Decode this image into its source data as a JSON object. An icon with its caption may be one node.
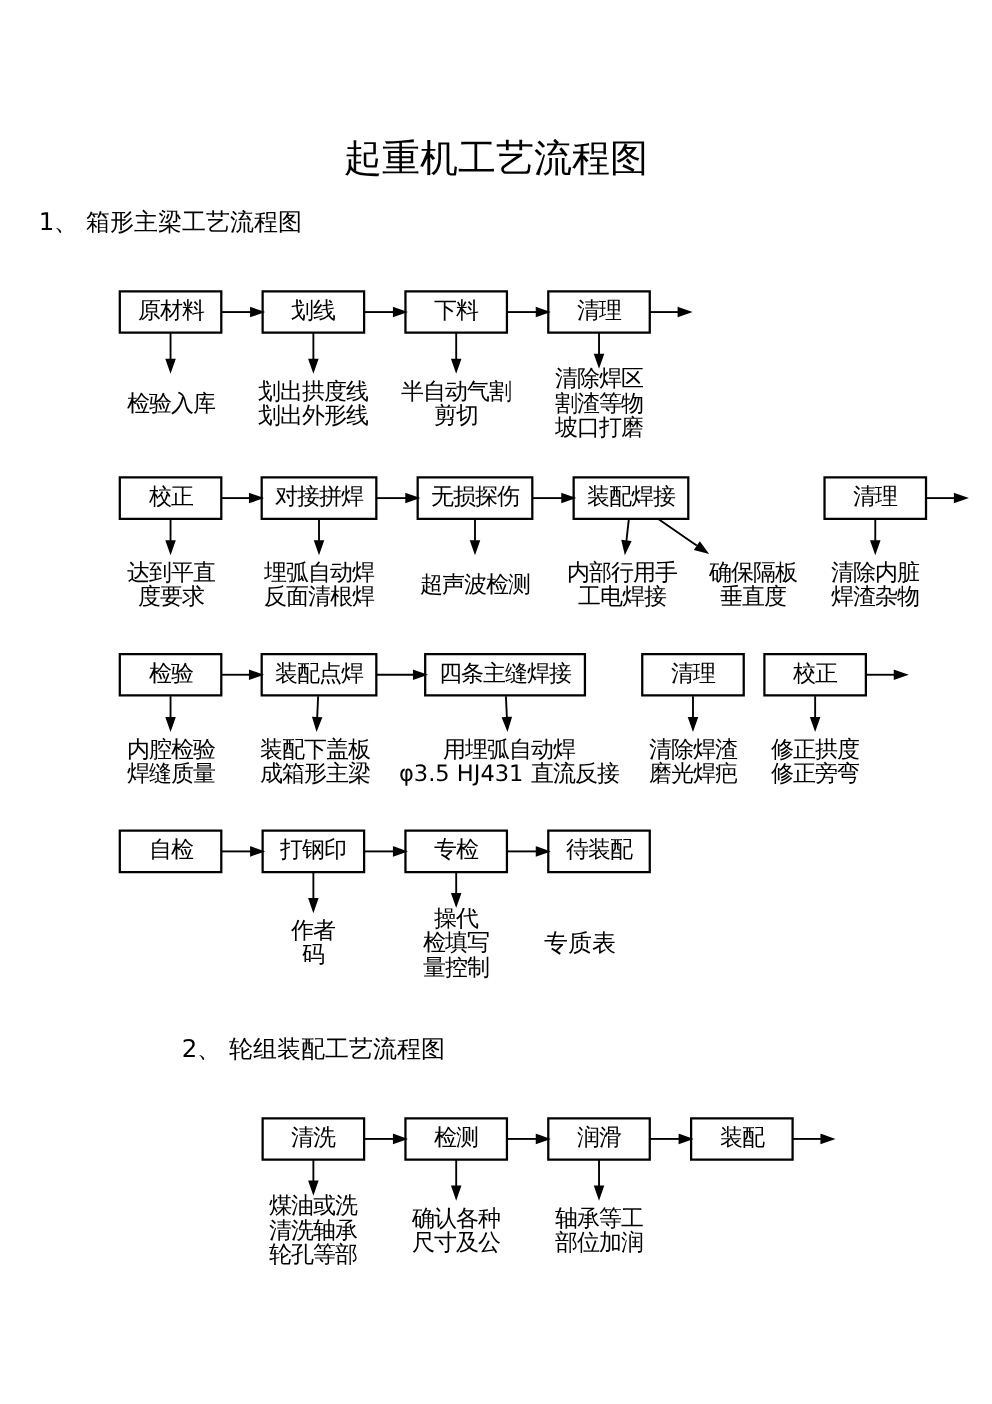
{
  "diagram": {
    "title": "起重机工艺流程图",
    "nodes": [
      {
        "text": [
          "原材料"
        ]
      },
      {
        "text": [
          "划线"
        ]
      },
      {
        "text": [
          "下料"
        ]
      },
      {
        "text": [
          "清理"
        ]
      },
      {
        "text": [
          "检验入库"
        ]
      },
      {
        "text": [
          "划出拱度线",
          "划出外形线"
        ]
      },
      {
        "text": [
          "半自动气割",
          "剪切"
        ]
      },
      {
        "text": [
          "清除焊区",
          "割渣等物",
          "坡口打磨"
        ]
      },
      {
        "text": [
          "校正"
        ]
      },
      {
        "text": [
          "对接拼焊"
        ]
      },
      {
        "text": [
          "无损探伤"
        ]
      },
      {
        "text": [
          "装配焊接"
        ]
      },
      {
        "text": [
          "清理"
        ]
      },
      {
        "text": [
          "达到平直",
          "度要求"
        ]
      },
      {
        "text": [
          "埋弧自动焊",
          "反面清根焊"
        ]
      },
      {
        "text": [
          "超声波检测"
        ]
      },
      {
        "text": [
          "确保隔板",
          "垂直度"
        ]
      },
      {
        "text": [
          "内部行用手",
          "工电焊接"
        ]
      },
      {
        "text": [
          "清除内脏",
          "焊渣杂物"
        ]
      },
      {
        "text": [
          "检验"
        ]
      },
      {
        "text": [
          "装配点焊"
        ]
      },
      {
        "text": [
          "四条主缝焊接"
        ]
      },
      {
        "text": [
          "清理"
        ]
      },
      {
        "text": [
          "校正"
        ]
      },
      {
        "text": [
          "内腔检验",
          "焊缝质量"
        ]
      },
      {
        "text": [
          "装配下盖板",
          "成箱形主梁"
        ]
      },
      {
        "text": [
          "用埋弧自动焊",
          "φ3.5 HJ431 直流反接"
        ]
      },
      {
        "text": [
          "清除焊渣",
          "磨光焊疤"
        ]
      },
      {
        "text": [
          "修正拱度",
          "修正旁弯"
        ]
      },
      {
        "text": [
          "自检"
        ]
      },
      {
        "text": [
          "打钢印"
        ]
      },
      {
        "text": [
          "专检"
        ]
      },
      {
        "text": [
          "待装配"
        ]
      },
      {
        "text": [
          "作者",
          "码"
        ]
      },
      {
        "text": [
          "操代",
          "检填写",
          "量控制"
        ]
      },
      {
        "text": [
          "清洗"
        ]
      },
      {
        "text": [
          "检测"
        ]
      },
      {
        "text": [
          "润滑"
        ]
      },
      {
        "text": [
          "装配"
        ]
      },
      {
        "text": [
          "煤油或洗",
          "清洗轴承",
          "轮孔等部"
        ]
      },
      {
        "text": [
          "确认各种",
          "尺寸及公"
        ]
      },
      {
        "text": [
          "轴承等工",
          "部位加润"
        ]
      }
    ],
    "edges": [
      {
        "from": 0,
        "to": 1,
        "arrow": "to"
      },
      {
        "from": 1,
        "to": 2,
        "arrow": "to"
      },
      {
        "from": 2,
        "to": 3,
        "arrow": "to"
      },
      {
        "from": 3,
        "to": null,
        "arrow": "to"
      },
      {
        "from": 0,
        "to": 4,
        "arrow": "to"
      },
      {
        "from": 1,
        "to": 5,
        "arrow": "to"
      },
      {
        "from": 2,
        "to": 6,
        "arrow": "to"
      },
      {
        "from": 3,
        "to": 7,
        "arrow": "to"
      },
      {
        "from": 8,
        "to": 9,
        "arrow": "to"
      },
      {
        "from": 9,
        "to": 10,
        "arrow": "to"
      },
      {
        "from": 10,
        "to": 11,
        "arrow": "to"
      },
      {
        "from": 12,
        "to": null,
        "arrow": "to"
      },
      {
        "from": 8,
        "to": 13,
        "arrow": "to"
      },
      {
        "from": 9,
        "to": 14,
        "arrow": "to"
      },
      {
        "from": 10,
        "to": 15,
        "arrow": "to"
      },
      {
        "from": 11,
        "to": 16,
        "arrow": "to"
      },
      {
        "from": 11,
        "to": 17,
        "arrow": "to"
      },
      {
        "from": 12,
        "to": 18,
        "arrow": "to"
      },
      {
        "from": 19,
        "to": 20,
        "arrow": "to"
      },
      {
        "from": 20,
        "to": 21,
        "arrow": "to"
      },
      {
        "from": 23,
        "to": null,
        "arrow": "to"
      },
      {
        "from": 19,
        "to": 24,
        "arrow": "to"
      },
      {
        "from": 20,
        "to": 25,
        "arrow": "to"
      },
      {
        "from": 21,
        "to": 26,
        "arrow": "to"
      },
      {
        "from": 22,
        "to": 27,
        "arrow": "to"
      },
      {
        "from": 23,
        "to": 28,
        "arrow": "to"
      },
      {
        "from": 29,
        "to": 30,
        "arrow": "to"
      },
      {
        "from": 30,
        "to": 31,
        "arrow": "to"
      },
      {
        "from": 31,
        "to": 32,
        "arrow": "to"
      },
      {
        "from": 30,
        "to": 33,
        "arrow": "to"
      },
      {
        "from": 31,
        "to": 34,
        "arrow": "to"
      },
      {
        "from": 35,
        "to": 36,
        "arrow": "to"
      },
      {
        "from": 36,
        "to": 37,
        "arrow": "to"
      },
      {
        "from": 37,
        "to": 38,
        "arrow": "to"
      },
      {
        "from": 38,
        "to": null,
        "arrow": "to"
      },
      {
        "from": 35,
        "to": 39,
        "arrow": "to"
      },
      {
        "from": 36,
        "to": 40,
        "arrow": "to"
      },
      {
        "from": 37,
        "to": 41,
        "arrow": "to"
      }
    ],
    "labels": [
      "1、 箱形主梁工艺流程图",
      "专质表",
      "2、 轮组装配工艺流程图"
    ]
  }
}
